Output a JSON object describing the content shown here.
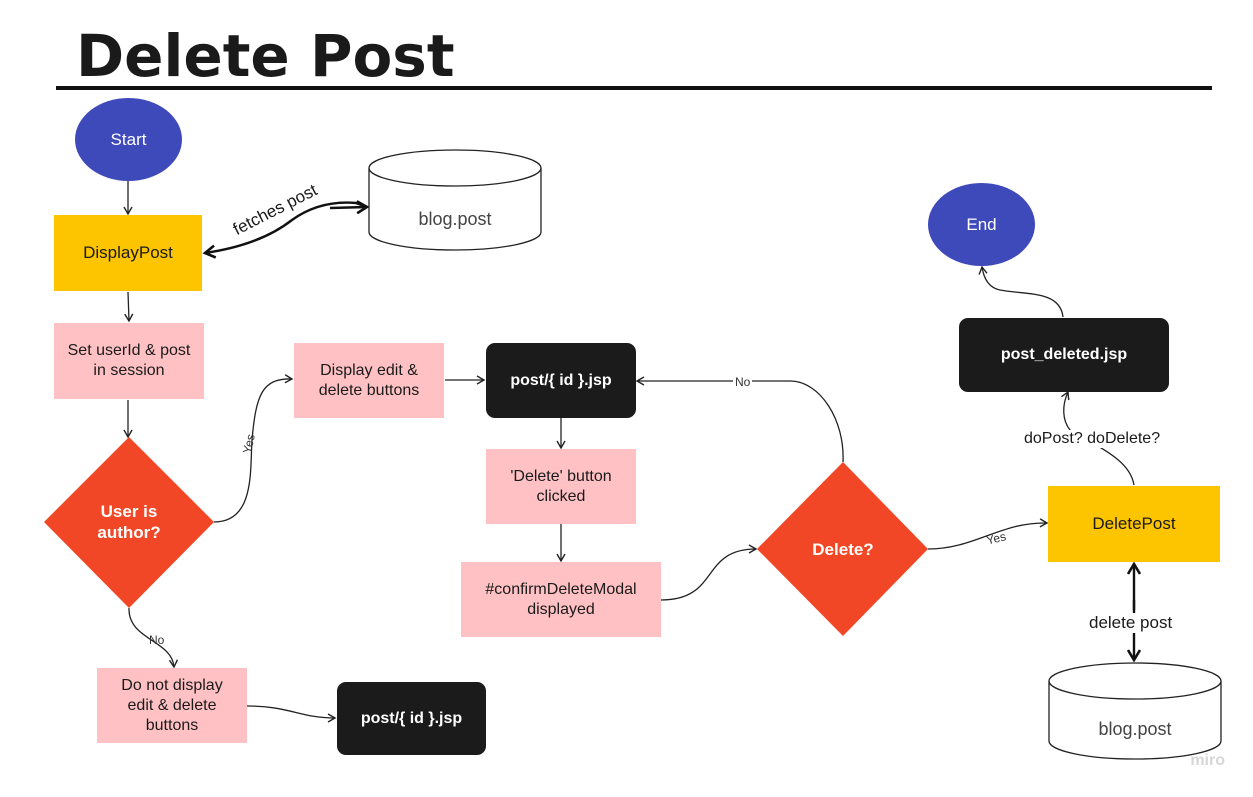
{
  "diagram": {
    "title": "Delete Post",
    "colors": {
      "oval": "#3f4aba",
      "black": "#1b1b1b",
      "yellow": "#fdc500",
      "pink": "#ffc1c3",
      "diamond": "#f24726",
      "edge": "#222222"
    },
    "nodes": {
      "start": "Start",
      "end": "End",
      "display_post": "DisplayPost",
      "set_session": [
        "Set userId & post",
        "in session"
      ],
      "user_is_author": [
        "User is",
        "author?"
      ],
      "display_buttons": [
        "Display edit &",
        "delete buttons"
      ],
      "do_not_display": [
        "Do not display",
        "edit & delete",
        "buttons"
      ],
      "post_id_jsp_top": "post/{ id }.jsp",
      "post_id_jsp_bottom": "post/{ id }.jsp",
      "delete_clicked": [
        "'Delete' button",
        "clicked"
      ],
      "confirm_modal": [
        "#confirmDeleteModal",
        "displayed"
      ],
      "delete_decision": "Delete?",
      "delete_post": "DeletePost",
      "post_deleted_jsp": "post_deleted.jsp",
      "db_top": "blog.post",
      "db_bottom": "blog.post"
    },
    "edge_labels": {
      "fetches": "fetches post",
      "yes_author": "Yes",
      "no_author": "No",
      "no_delete": "No",
      "yes_delete": "Yes",
      "do_post": "doPost? doDelete?",
      "delete_post_db": "delete post"
    },
    "watermark": "miro"
  }
}
